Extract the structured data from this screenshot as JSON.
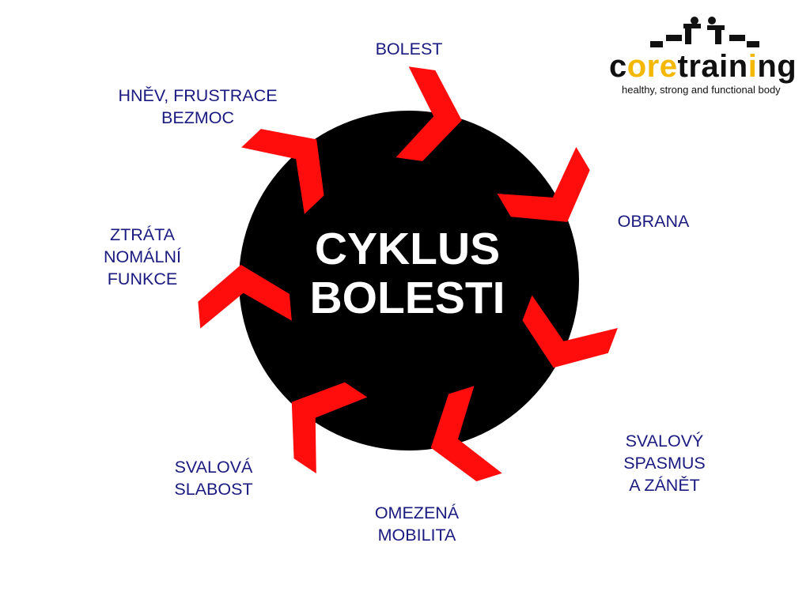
{
  "colors": {
    "arrow": "#ff0d0d",
    "circle": "#000000",
    "label": "#1a1a80",
    "brand_dark": "#111111",
    "brand_accent": "#f5b800"
  },
  "center": {
    "text": "CYKLUS\nBOLESTI"
  },
  "stages": [
    {
      "label": "BOLEST"
    },
    {
      "label": "OBRANA"
    },
    {
      "label": "SVALOVÝ SPASMUS\nA ZÁNĚT"
    },
    {
      "label": "OMEZENÁ\nMOBILITA"
    },
    {
      "label": "SVALOVÁ\nSLABOST"
    },
    {
      "label": "ZTRÁTA\nNOMÁLNÍ\nFUNKCE"
    },
    {
      "label": "HNĚV, FRUSTRACE\nBEZMOC"
    }
  ],
  "logo": {
    "brand_parts": [
      {
        "text": "c",
        "color": "dark"
      },
      {
        "text": "ore",
        "color": "accent"
      },
      {
        "text": "train",
        "color": "dark"
      },
      {
        "text": "i",
        "color": "accent"
      },
      {
        "text": "ng",
        "color": "dark"
      }
    ],
    "tagline": "healthy, strong and functional body"
  }
}
